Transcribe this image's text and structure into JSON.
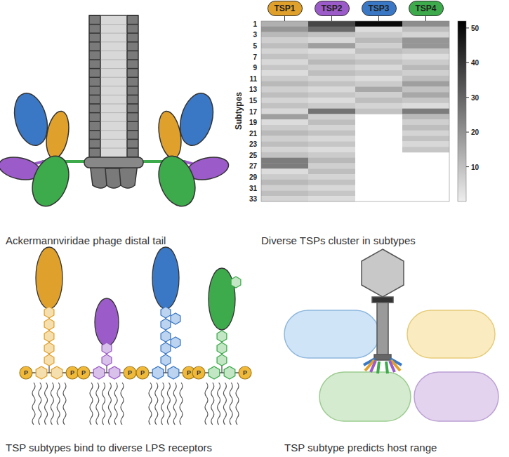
{
  "diagram": {
    "nodes": [
      {
        "text": [
          "TSP1"
        ]
      },
      {
        "text": [
          "TSP2"
        ]
      },
      {
        "text": [
          "TSP3"
        ]
      },
      {
        "text": [
          "TSP4"
        ]
      }
    ],
    "labels": [
      "Ackermannviridae phage distal tail",
      "Subtypes",
      "1",
      "3",
      "5",
      "7",
      "9",
      "11",
      "13",
      "15",
      "17",
      "19",
      "21",
      "23",
      "25",
      "27",
      "29",
      "31",
      "33",
      "50",
      "40",
      "30",
      "20",
      "10",
      "Diverse TSPs cluster in subtypes",
      "TSP subtypes bind to diverse LPS receptors",
      "TSP subtype predicts host range",
      "P",
      "P",
      "P",
      "P",
      "P",
      "P",
      "P",
      "P",
      "P",
      "P",
      "P",
      "P"
    ]
  }
}
